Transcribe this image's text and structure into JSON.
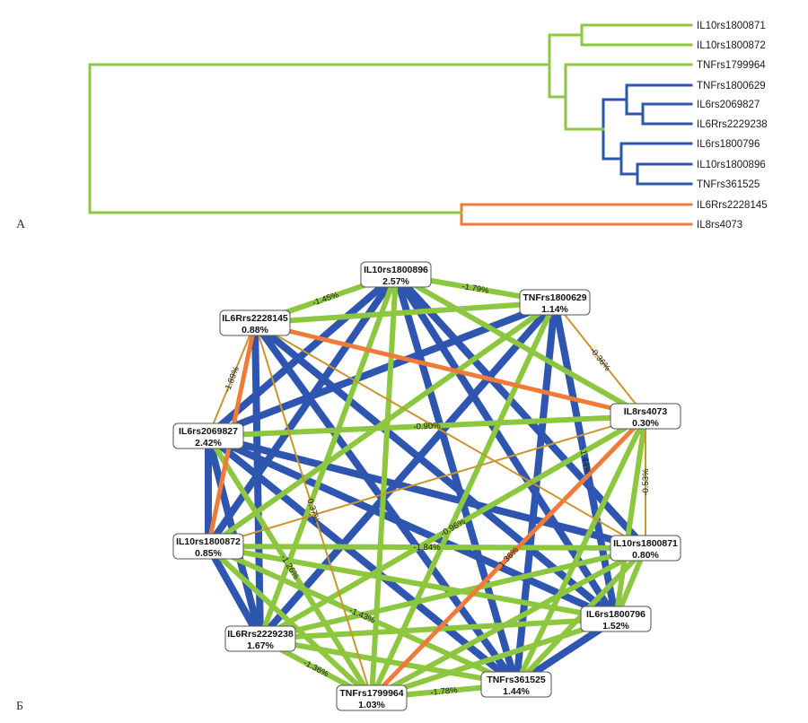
{
  "panels": {
    "a": "A",
    "b": "Б"
  },
  "dendrogram": {
    "colors": {
      "green": "#8dc63f",
      "blue": "#2e56b0",
      "orange": "#ef7b3a"
    },
    "leaves": [
      "IL10rs1800871",
      "IL10rs1800872",
      "TNFrs1799964",
      "TNFrs1800629",
      "IL6rs2069827",
      "IL6Rrs2229238",
      "IL6rs1800796",
      "IL10rs1800896",
      "TNFrs361525",
      "IL6Rrs2228145",
      "IL8rs4073"
    ]
  },
  "network": {
    "colors": {
      "green": "#8dc63f",
      "blue": "#2e56b0",
      "orange": "#ef7b3a",
      "tan": "#c8962e"
    },
    "nodes": [
      {
        "id": "IL10rs1800896",
        "name": "IL10rs1800896",
        "value": "2.57%"
      },
      {
        "id": "TNFrs1800629",
        "name": "TNFrs1800629",
        "value": "1.14%"
      },
      {
        "id": "IL8rs4073",
        "name": "IL8rs4073",
        "value": "0.30%"
      },
      {
        "id": "IL10rs1800871",
        "name": "IL10rs1800871",
        "value": "0.80%"
      },
      {
        "id": "IL6rs1800796",
        "name": "IL6rs1800796",
        "value": "1.52%"
      },
      {
        "id": "TNFrs361525",
        "name": "TNFrs361525",
        "value": "1.44%"
      },
      {
        "id": "TNFrs1799964",
        "name": "TNFrs1799964",
        "value": "1.03%"
      },
      {
        "id": "IL6Rrs2229238",
        "name": "IL6Rrs2229238",
        "value": "1.67%"
      },
      {
        "id": "IL10rs1800872",
        "name": "IL10rs1800872",
        "value": "0.85%"
      },
      {
        "id": "IL6rs2069827",
        "name": "IL6rs2069827",
        "value": "2.42%"
      },
      {
        "id": "IL6Rrs2228145",
        "name": "IL6Rrs2228145",
        "value": "0.88%"
      }
    ],
    "edges": [
      {
        "s": "IL10rs1800896",
        "t": "TNFrs1800629",
        "color": "green",
        "label": "-1.79%"
      },
      {
        "s": "IL10rs1800896",
        "t": "IL6Rrs2228145",
        "color": "green",
        "label": "-1.45%"
      },
      {
        "s": "IL10rs1800896",
        "t": "IL6rs2069827",
        "color": "blue",
        "label": ""
      },
      {
        "s": "IL10rs1800896",
        "t": "IL10rs1800872",
        "color": "blue",
        "label": ""
      },
      {
        "s": "IL10rs1800896",
        "t": "IL6Rrs2229238",
        "color": "green",
        "label": ""
      },
      {
        "s": "IL10rs1800896",
        "t": "TNFrs1799964",
        "color": "green",
        "label": ""
      },
      {
        "s": "IL10rs1800896",
        "t": "TNFrs361525",
        "color": "blue",
        "label": ""
      },
      {
        "s": "IL10rs1800896",
        "t": "IL6rs1800796",
        "color": "blue",
        "label": ""
      },
      {
        "s": "IL10rs1800896",
        "t": "IL10rs1800871",
        "color": "blue",
        "label": ""
      },
      {
        "s": "IL10rs1800896",
        "t": "IL8rs4073",
        "color": "green",
        "label": ""
      },
      {
        "s": "TNFrs1800629",
        "t": "IL6Rrs2228145",
        "color": "green",
        "label": ""
      },
      {
        "s": "TNFrs1800629",
        "t": "IL6rs2069827",
        "color": "blue",
        "label": ""
      },
      {
        "s": "TNFrs1800629",
        "t": "IL6Rrs2229238",
        "color": "blue",
        "label": ""
      },
      {
        "s": "TNFrs1800629",
        "t": "TNFrs1799964",
        "color": "green",
        "label": ""
      },
      {
        "s": "TNFrs1800629",
        "t": "TNFrs361525",
        "color": "blue",
        "label": ""
      },
      {
        "s": "TNFrs1800629",
        "t": "IL6rs1800796",
        "color": "blue",
        "label": "-1.44%"
      },
      {
        "s": "TNFrs1800629",
        "t": "IL10rs1800872",
        "color": "green",
        "label": ""
      },
      {
        "s": "TNFrs1800629",
        "t": "IL8rs4073",
        "color": "tan",
        "label": "-0.36%"
      },
      {
        "s": "IL6Rrs2228145",
        "t": "IL8rs4073",
        "color": "orange",
        "label": ""
      },
      {
        "s": "IL6Rrs2228145",
        "t": "IL10rs1800872",
        "color": "orange",
        "label": ""
      },
      {
        "s": "IL6Rrs2228145",
        "t": "IL6Rrs2229238",
        "color": "blue",
        "label": ""
      },
      {
        "s": "IL6Rrs2228145",
        "t": "IL6rs2069827",
        "color": "tan",
        "label": "-1.89%"
      },
      {
        "s": "IL6Rrs2228145",
        "t": "TNFrs1799964",
        "color": "tan",
        "label": "0.37%"
      },
      {
        "s": "IL6Rrs2228145",
        "t": "TNFrs361525",
        "color": "blue",
        "label": ""
      },
      {
        "s": "IL6Rrs2228145",
        "t": "IL10rs1800871",
        "color": "tan",
        "label": ""
      },
      {
        "s": "IL6Rrs2228145",
        "t": "IL6rs1800796",
        "color": "blue",
        "label": ""
      },
      {
        "s": "IL6rs2069827",
        "t": "IL8rs4073",
        "color": "green",
        "label": "-0.90%"
      },
      {
        "s": "IL6rs2069827",
        "t": "IL10rs1800871",
        "color": "blue",
        "label": ""
      },
      {
        "s": "IL6rs2069827",
        "t": "IL6rs1800796",
        "color": "blue",
        "label": ""
      },
      {
        "s": "IL6rs2069827",
        "t": "TNFrs361525",
        "color": "blue",
        "label": ""
      },
      {
        "s": "IL6rs2069827",
        "t": "IL6Rrs2229238",
        "color": "blue",
        "label": ""
      },
      {
        "s": "IL6rs2069827",
        "t": "TNFrs1799964",
        "color": "green",
        "label": "-1.26%"
      },
      {
        "s": "IL6rs2069827",
        "t": "IL10rs1800872",
        "color": "blue",
        "label": ""
      },
      {
        "s": "IL10rs1800872",
        "t": "IL10rs1800871",
        "color": "green",
        "label": "-1.84%"
      },
      {
        "s": "IL10rs1800872",
        "t": "IL8rs4073",
        "color": "tan",
        "label": ""
      },
      {
        "s": "IL10rs1800872",
        "t": "IL6rs1800796",
        "color": "green",
        "label": ""
      },
      {
        "s": "IL10rs1800872",
        "t": "TNFrs361525",
        "color": "green",
        "label": "-1.43%"
      },
      {
        "s": "IL10rs1800872",
        "t": "TNFrs1799964",
        "color": "green",
        "label": ""
      },
      {
        "s": "IL10rs1800872",
        "t": "IL6Rrs2229238",
        "color": "blue",
        "label": ""
      },
      {
        "s": "IL6Rrs2229238",
        "t": "TNFrs1799964",
        "color": "green",
        "label": "-1.36%"
      },
      {
        "s": "IL6Rrs2229238",
        "t": "TNFrs361525",
        "color": "green",
        "label": ""
      },
      {
        "s": "IL6Rrs2229238",
        "t": "IL6rs1800796",
        "color": "green",
        "label": ""
      },
      {
        "s": "IL6Rrs2229238",
        "t": "IL10rs1800871",
        "color": "green",
        "label": ""
      },
      {
        "s": "IL6Rrs2229238",
        "t": "IL8rs4073",
        "color": "green",
        "label": "-0.96%"
      },
      {
        "s": "TNFrs1799964",
        "t": "TNFrs361525",
        "color": "green",
        "label": "-1.78%"
      },
      {
        "s": "TNFrs1799964",
        "t": "IL8rs4073",
        "color": "orange",
        "label": "1.36%"
      },
      {
        "s": "TNFrs1799964",
        "t": "IL6rs1800796",
        "color": "green",
        "label": ""
      },
      {
        "s": "TNFrs1799964",
        "t": "IL10rs1800871",
        "color": "green",
        "label": ""
      },
      {
        "s": "TNFrs361525",
        "t": "IL6rs1800796",
        "color": "blue",
        "label": ""
      },
      {
        "s": "TNFrs361525",
        "t": "IL10rs1800871",
        "color": "green",
        "label": ""
      },
      {
        "s": "TNFrs361525",
        "t": "IL8rs4073",
        "color": "green",
        "label": ""
      },
      {
        "s": "IL6rs1800796",
        "t": "IL10rs1800871",
        "color": "green",
        "label": ""
      },
      {
        "s": "IL6rs1800796",
        "t": "IL8rs4073",
        "color": "green",
        "label": ""
      },
      {
        "s": "IL10rs1800871",
        "t": "IL8rs4073",
        "color": "tan",
        "label": "-0.53%"
      }
    ]
  }
}
